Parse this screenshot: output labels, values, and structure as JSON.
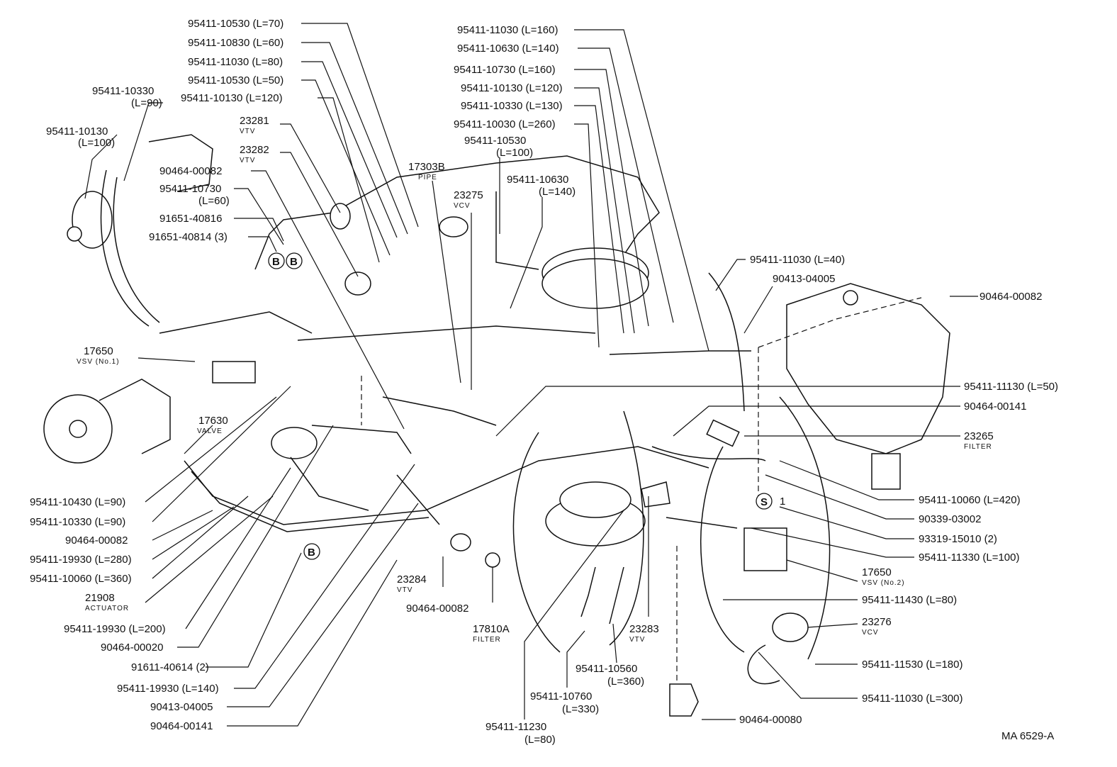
{
  "callouts": [
    {
      "id": "c1",
      "text": "95411-10530 (L=70)"
    },
    {
      "id": "c2",
      "text": "95411-10830 (L=60)"
    },
    {
      "id": "c3",
      "text": "95411-11030 (L=80)"
    },
    {
      "id": "c4",
      "text": "95411-10530 (L=50)"
    },
    {
      "id": "c5",
      "text": "95411-10130 (L=120)"
    },
    {
      "id": "c6a",
      "text": "95411-10330"
    },
    {
      "id": "c6b",
      "text": "(L=90)"
    },
    {
      "id": "c7a",
      "text": "95411-10130"
    },
    {
      "id": "c7b",
      "text": "(L=100)"
    },
    {
      "id": "c8a",
      "text": "23281"
    },
    {
      "id": "c8b",
      "text": "VTV"
    },
    {
      "id": "c9a",
      "text": "23282"
    },
    {
      "id": "c9b",
      "text": "VTV"
    },
    {
      "id": "c10",
      "text": "90464-00082"
    },
    {
      "id": "c11a",
      "text": "95411-10730"
    },
    {
      "id": "c11b",
      "text": "(L=60)"
    },
    {
      "id": "c12",
      "text": "91651-40816"
    },
    {
      "id": "c13",
      "text": "91651-40814 (3)"
    },
    {
      "id": "c14a",
      "text": "17650"
    },
    {
      "id": "c14b",
      "text": "VSV (No.1)"
    },
    {
      "id": "c15a",
      "text": "17630"
    },
    {
      "id": "c15b",
      "text": "VALVE"
    },
    {
      "id": "c16",
      "text": "95411-10430 (L=90)"
    },
    {
      "id": "c17",
      "text": "95411-10330 (L=90)"
    },
    {
      "id": "c18",
      "text": "90464-00082"
    },
    {
      "id": "c19",
      "text": "95411-19930 (L=280)"
    },
    {
      "id": "c20",
      "text": "95411-10060 (L=360)"
    },
    {
      "id": "c21a",
      "text": "21908"
    },
    {
      "id": "c21b",
      "text": "ACTUATOR"
    },
    {
      "id": "c22",
      "text": "95411-19930 (L=200)"
    },
    {
      "id": "c23",
      "text": "90464-00020"
    },
    {
      "id": "c24",
      "text": "91611-40614 (2)"
    },
    {
      "id": "c25",
      "text": "95411-19930 (L=140)"
    },
    {
      "id": "c26",
      "text": "90413-04005"
    },
    {
      "id": "c27",
      "text": "90464-00141"
    },
    {
      "id": "c28a",
      "text": "17303B"
    },
    {
      "id": "c28b",
      "text": "PIPE"
    },
    {
      "id": "c29a",
      "text": "23275"
    },
    {
      "id": "c29b",
      "text": "VCV"
    },
    {
      "id": "c30",
      "text": "95411-11030 (L=160)"
    },
    {
      "id": "c31",
      "text": "95411-10630 (L=140)"
    },
    {
      "id": "c32",
      "text": "95411-10730 (L=160)"
    },
    {
      "id": "c33",
      "text": "95411-10130 (L=120)"
    },
    {
      "id": "c34",
      "text": "95411-10330 (L=130)"
    },
    {
      "id": "c35",
      "text": "95411-10030 (L=260)"
    },
    {
      "id": "c36a",
      "text": "95411-10530"
    },
    {
      "id": "c36b",
      "text": "(L=100)"
    },
    {
      "id": "c37a",
      "text": "95411-10630"
    },
    {
      "id": "c37b",
      "text": "(L=140)"
    },
    {
      "id": "c38",
      "text": "95411-11030 (L=40)"
    },
    {
      "id": "c39",
      "text": "90413-04005"
    },
    {
      "id": "c40",
      "text": "90464-00082"
    },
    {
      "id": "c41",
      "text": "95411-11130 (L=50)"
    },
    {
      "id": "c42",
      "text": "90464-00141"
    },
    {
      "id": "c43a",
      "text": "23265"
    },
    {
      "id": "c43b",
      "text": "FILTER"
    },
    {
      "id": "c44",
      "text": "95411-10060 (L=420)"
    },
    {
      "id": "c45",
      "text": "90339-03002"
    },
    {
      "id": "c46",
      "text": "93319-15010 (2)"
    },
    {
      "id": "c47",
      "text": "95411-11330 (L=100)"
    },
    {
      "id": "c48a",
      "text": "17650"
    },
    {
      "id": "c48b",
      "text": "VSV (No.2)"
    },
    {
      "id": "c49",
      "text": "95411-11430 (L=80)"
    },
    {
      "id": "c50a",
      "text": "23276"
    },
    {
      "id": "c50b",
      "text": "VCV"
    },
    {
      "id": "c51",
      "text": "95411-11530 (L=180)"
    },
    {
      "id": "c52",
      "text": "95411-11030 (L=300)"
    },
    {
      "id": "c53",
      "text": "90464-00080"
    },
    {
      "id": "c54a",
      "text": "23284"
    },
    {
      "id": "c54b",
      "text": "VTV"
    },
    {
      "id": "c55",
      "text": "90464-00082"
    },
    {
      "id": "c56a",
      "text": "17810A"
    },
    {
      "id": "c56b",
      "text": "FILTER"
    },
    {
      "id": "c57a",
      "text": "23283"
    },
    {
      "id": "c57b",
      "text": "VTV"
    },
    {
      "id": "c58a",
      "text": "95411-10560"
    },
    {
      "id": "c58b",
      "text": "(L=360)"
    },
    {
      "id": "c59a",
      "text": "95411-10760"
    },
    {
      "id": "c59b",
      "text": "(L=330)"
    },
    {
      "id": "c60a",
      "text": "95411-11230"
    },
    {
      "id": "c60b",
      "text": "(L=80)"
    }
  ],
  "markers": {
    "b": "B",
    "s": "S",
    "one": "1"
  },
  "reference": "MA 6529-A"
}
